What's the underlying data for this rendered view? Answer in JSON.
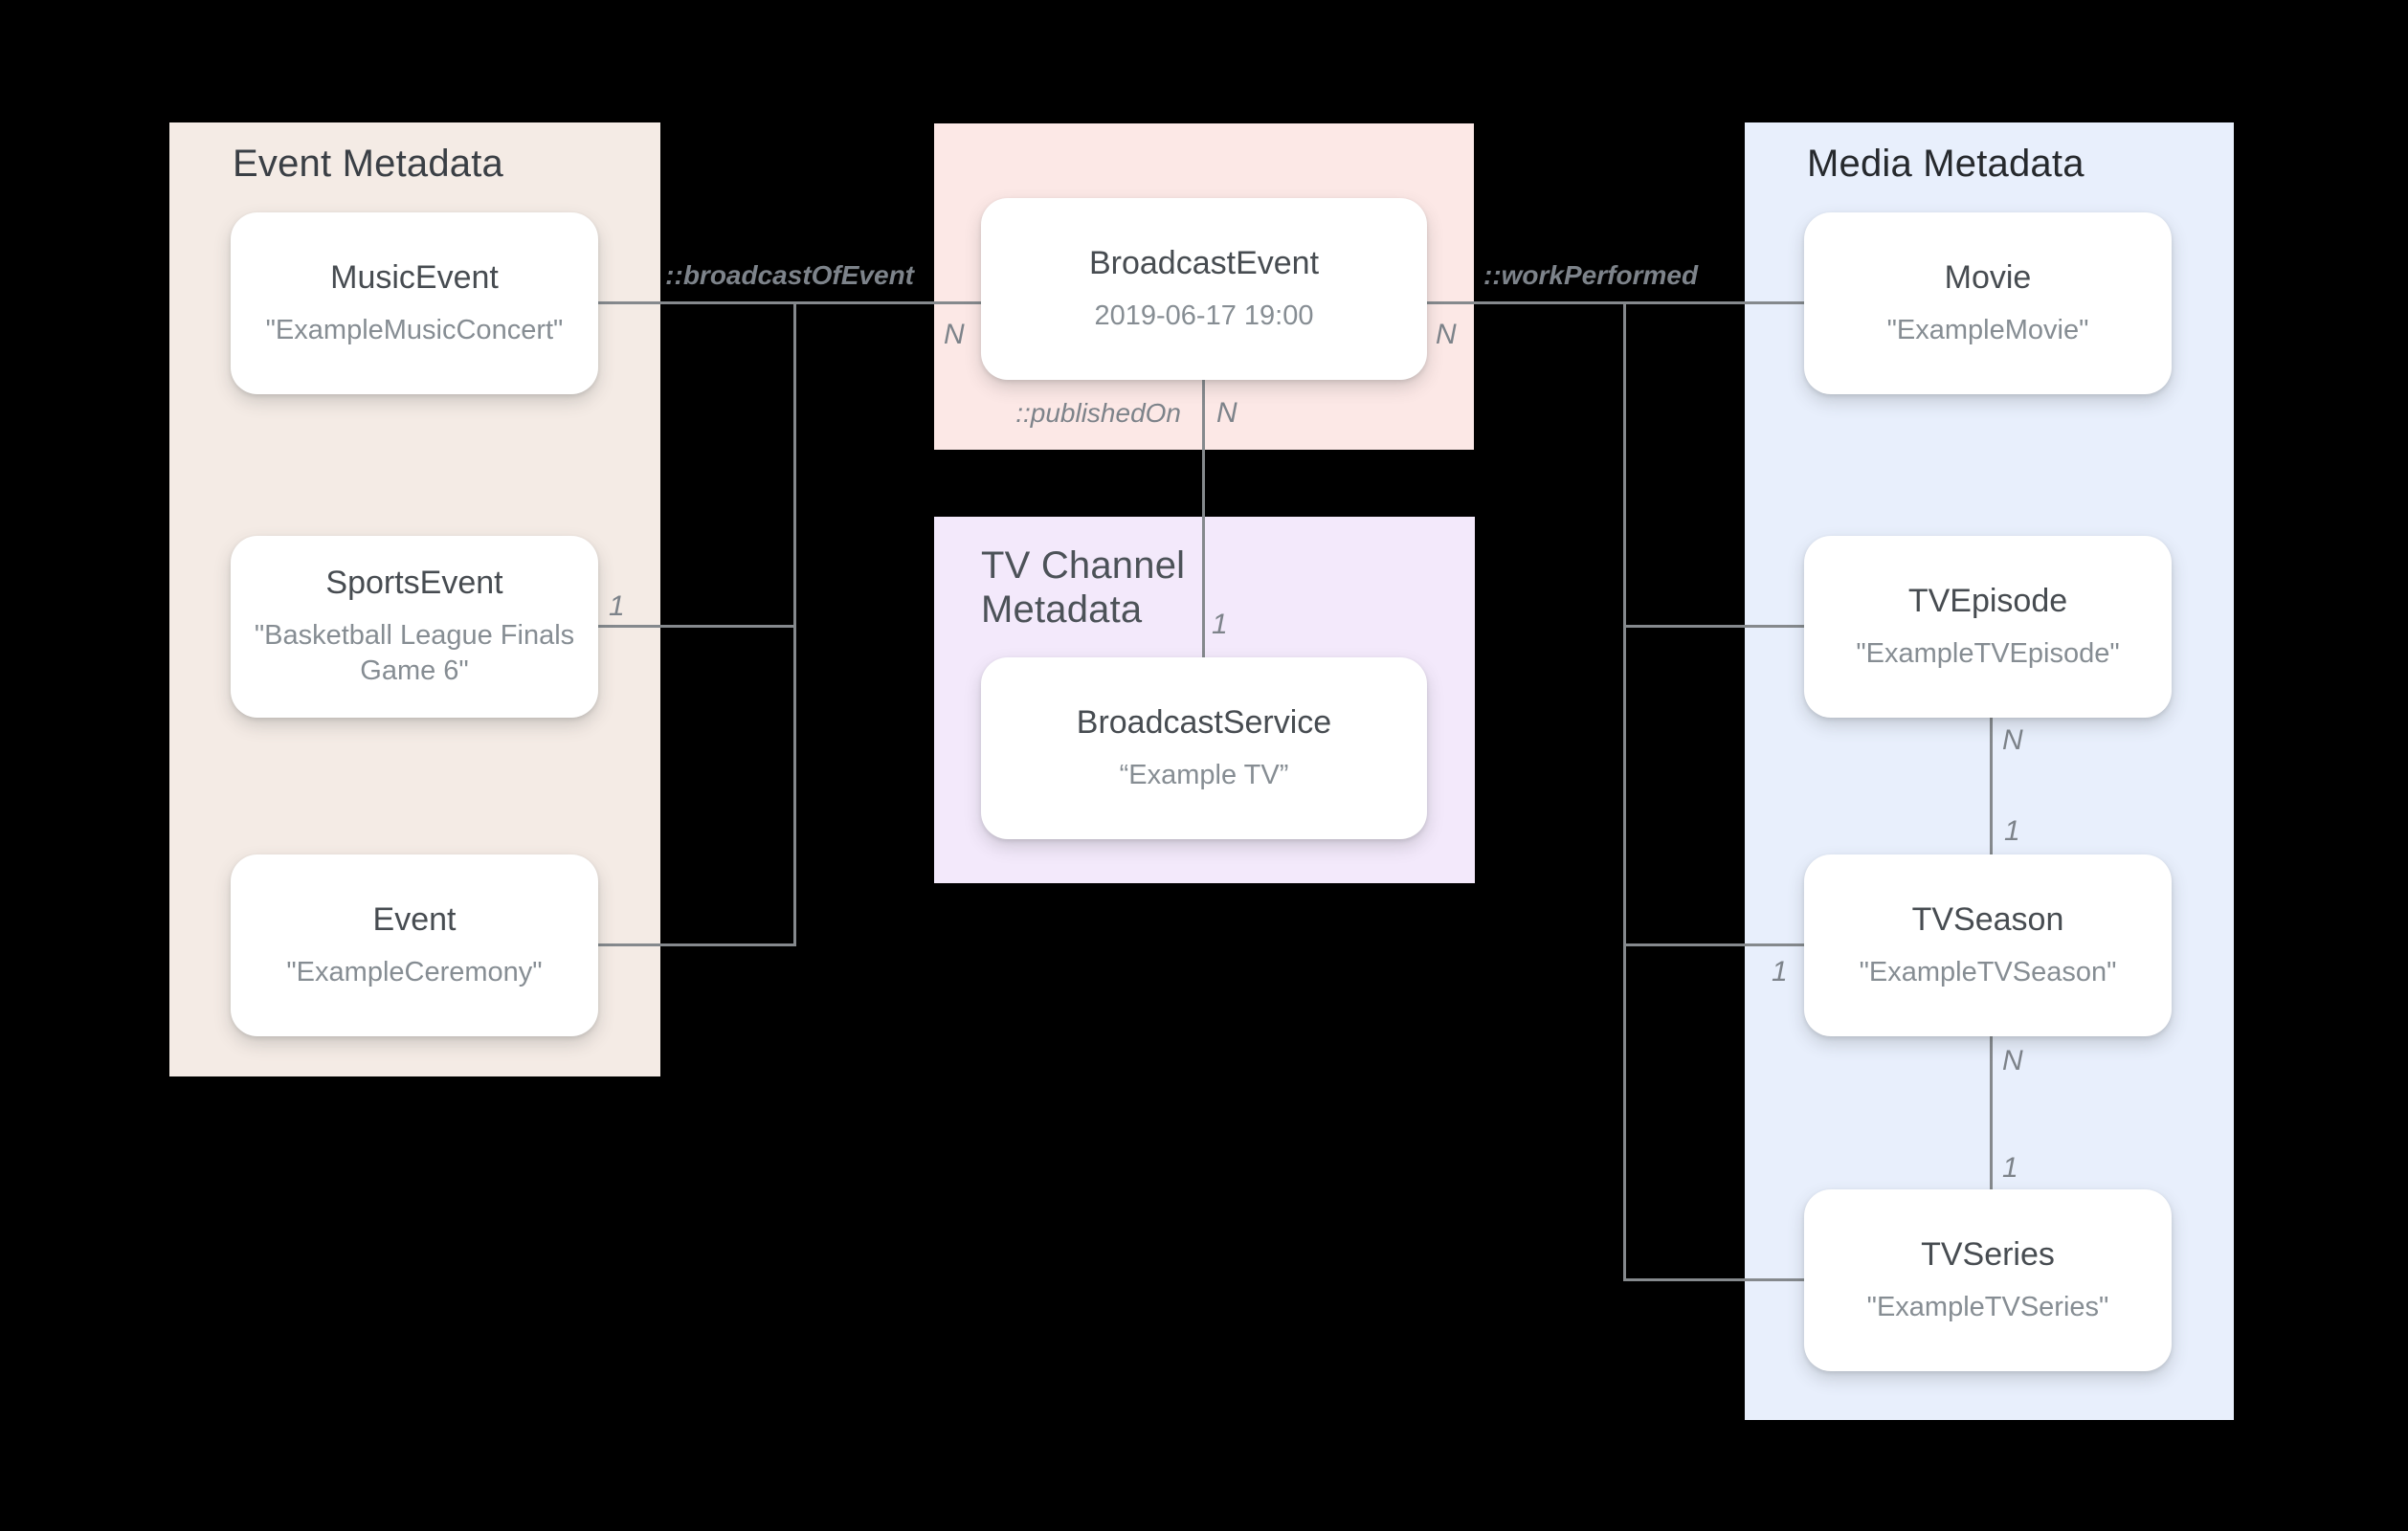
{
  "panels": {
    "event": {
      "title": "Event Metadata",
      "color": "#f4ebe5"
    },
    "broadcast": {
      "color": "#fce8e6"
    },
    "tv_channel": {
      "title": "TV Channel Metadata",
      "color": "#f3e9fb"
    },
    "media": {
      "title": "Media Metadata",
      "color": "#e8effc"
    }
  },
  "nodes": {
    "music_event": {
      "title": "MusicEvent",
      "subtitle": "\"ExampleMusicConcert\""
    },
    "sports_event": {
      "title": "SportsEvent",
      "subtitle": "\"Basketball League Finals Game 6\""
    },
    "event": {
      "title": "Event",
      "subtitle": "\"ExampleCeremony\""
    },
    "broadcast_event": {
      "title": "BroadcastEvent",
      "subtitle": "2019-06-17 19:00"
    },
    "broadcast_service": {
      "title": "BroadcastService",
      "subtitle": "“Example TV”"
    },
    "movie": {
      "title": "Movie",
      "subtitle": "\"ExampleMovie\""
    },
    "tv_episode": {
      "title": "TVEpisode",
      "subtitle": "\"ExampleTVEpisode\""
    },
    "tv_season": {
      "title": "TVSeason",
      "subtitle": "\"ExampleTVSeason\""
    },
    "tv_series": {
      "title": "TVSeries",
      "subtitle": "\"ExampleTVSeries\""
    }
  },
  "edge_labels": {
    "broadcast_of_event": "::broadcastOfEvent",
    "published_on": "::publishedOn",
    "work_performed": "::workPerformed"
  },
  "cardinalities": {
    "broadcast_left_n": "N",
    "broadcast_right_n": "N",
    "published_on_n": "N",
    "published_on_1": "1",
    "sports_event_1": "1",
    "tv_season_branch_1": "1",
    "episode_season_n": "N",
    "episode_season_1": "1",
    "season_series_n": "N",
    "season_series_1": "1"
  },
  "line_color": "#85898d",
  "background_color": "#000000"
}
